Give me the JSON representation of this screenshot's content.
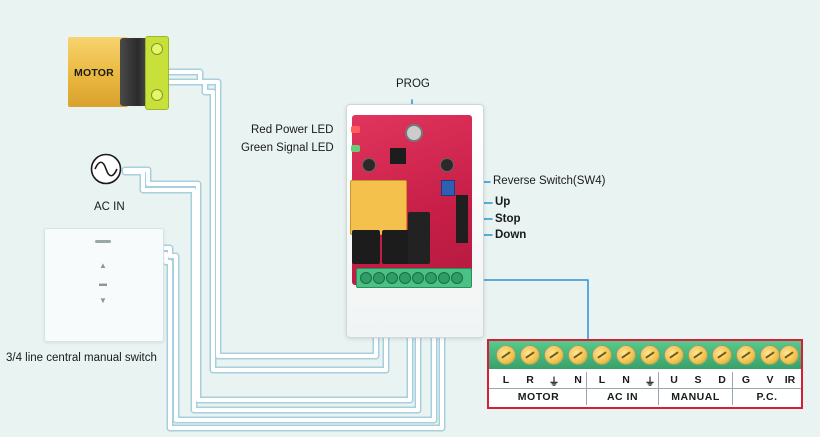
{
  "motor": {
    "label": "MOTOR"
  },
  "ac_in": {
    "label": "AC IN"
  },
  "wall_switch": {
    "label": "3/4 line central manual switch"
  },
  "controller": {
    "prog": "PROG",
    "red_power_led": "Red Power LED",
    "green_signal_led": "Green Signal LED",
    "reverse_switch": "Reverse Switch(SW4)",
    "up": "Up",
    "stop": "Stop",
    "down": "Down"
  },
  "terminal_block": {
    "pins": [
      "L",
      "R",
      "⏚",
      "N",
      "L",
      "N",
      "⏚",
      "U",
      "S",
      "D",
      "G",
      "V",
      "IR"
    ],
    "groups": [
      "MOTOR",
      "AC IN",
      "MANUAL",
      "P.C."
    ]
  },
  "colors": {
    "wire": "#ffffff",
    "wire_outline": "#8fc4d6",
    "link_line": "#2a93d6",
    "terminal_border": "#d61d3a",
    "pcb": "#cc2148"
  }
}
